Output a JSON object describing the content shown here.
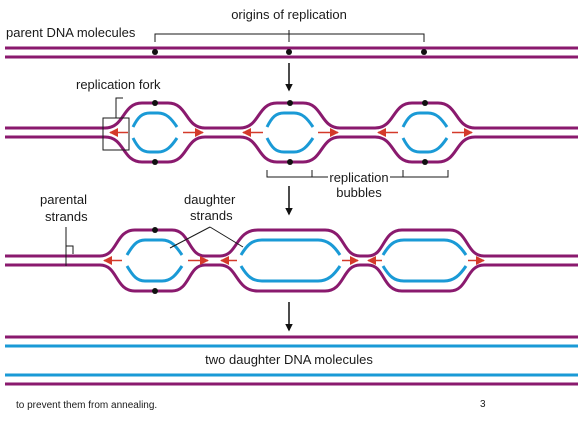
{
  "labels": {
    "origins": "origins of replication",
    "parent_dna": "parent DNA molecules",
    "replication_fork": "replication fork",
    "replication_bubbles_1": "replication",
    "replication_bubbles_2": "bubbles",
    "parental_strands_1": "parental",
    "parental_strands_2": "strands",
    "daughter_strands_1": "daughter",
    "daughter_strands_2": "strands",
    "two_daughter": "two daughter DNA molecules",
    "footer_text": "to prevent them from annealing.",
    "page_number": "3"
  },
  "colors": {
    "parental_strand": "#8a1a6e",
    "daughter_strand": "#1a9ad6",
    "fork_arrow": "#d43a2a"
  }
}
